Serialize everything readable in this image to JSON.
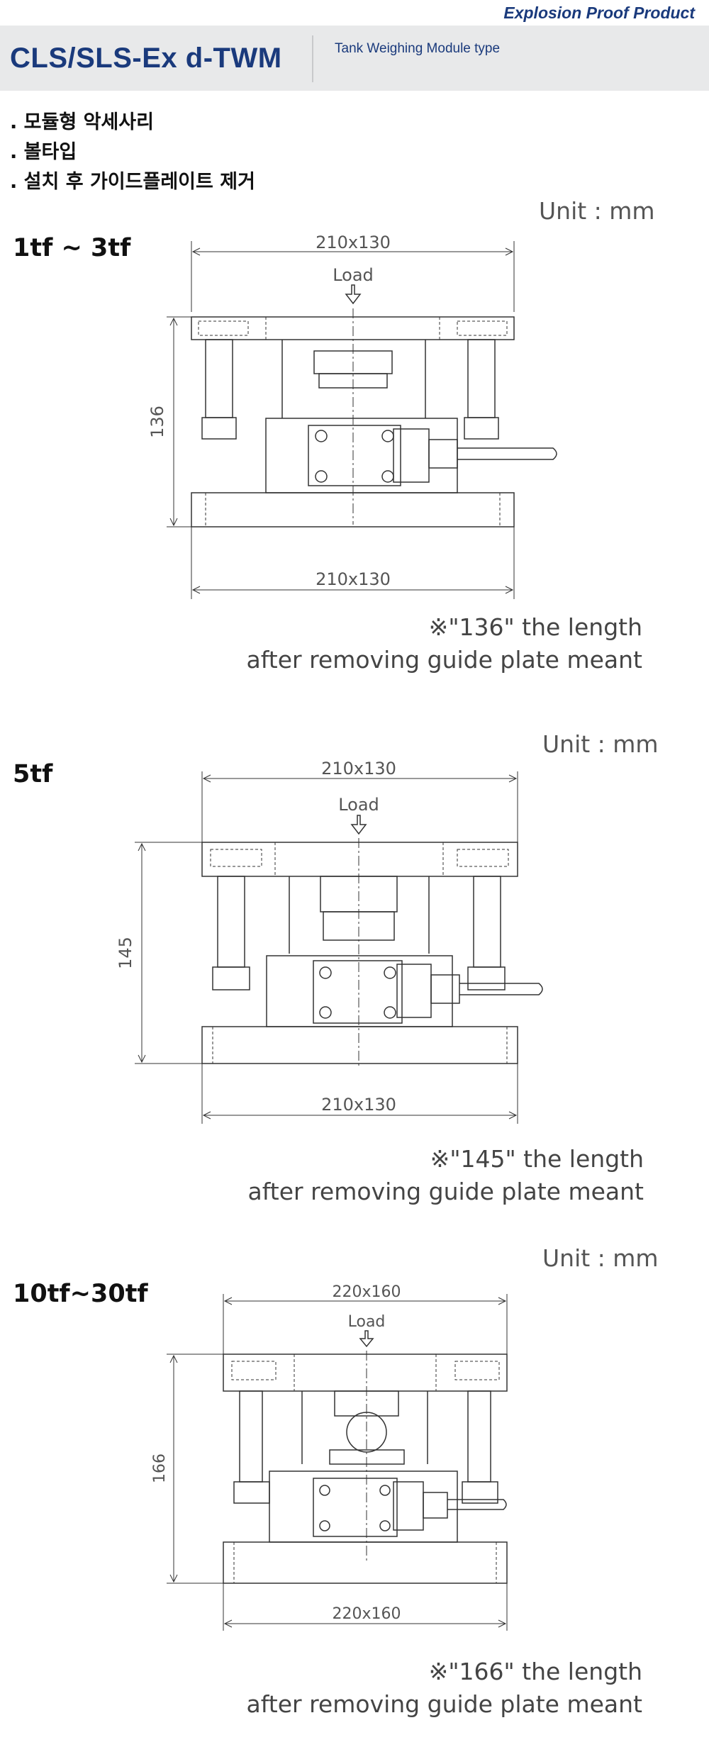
{
  "header": {
    "tagline": "Explosion Proof Product",
    "model": "CLS/SLS-Ex d-TWM",
    "subtitle": "Tank Weighing Module type"
  },
  "features": [
    ".  모듈형  악세사리",
    ".  볼타입",
    ".  설치  후  가이드플레이트  제거"
  ],
  "sections": [
    {
      "unit": "Unit : mm",
      "capacity": "1tf  ~  3tf",
      "dim_top": "210x130",
      "dim_bottom": "210x130",
      "load_label": "Load",
      "height": "136",
      "note_line1": "※\"136\" the length",
      "note_line2": "after removing guide plate meant"
    },
    {
      "unit": "Unit : mm",
      "capacity": "5tf",
      "dim_top": "210x130",
      "dim_bottom": "210x130",
      "load_label": "Load",
      "height": "145",
      "note_line1": "※\"145\" the length",
      "note_line2": "after removing guide plate meant"
    },
    {
      "unit": "Unit : mm",
      "capacity": "10tf~30tf",
      "dim_top": "220x160",
      "dim_bottom": "220x160",
      "load_label": "Load",
      "height": "166",
      "note_line1": "※\"166\" the length",
      "note_line2": "after removing guide plate meant"
    }
  ],
  "colors": {
    "brand": "#1a3a7c",
    "header_bg": "#e8e9ea",
    "drawing_line": "#333333"
  }
}
